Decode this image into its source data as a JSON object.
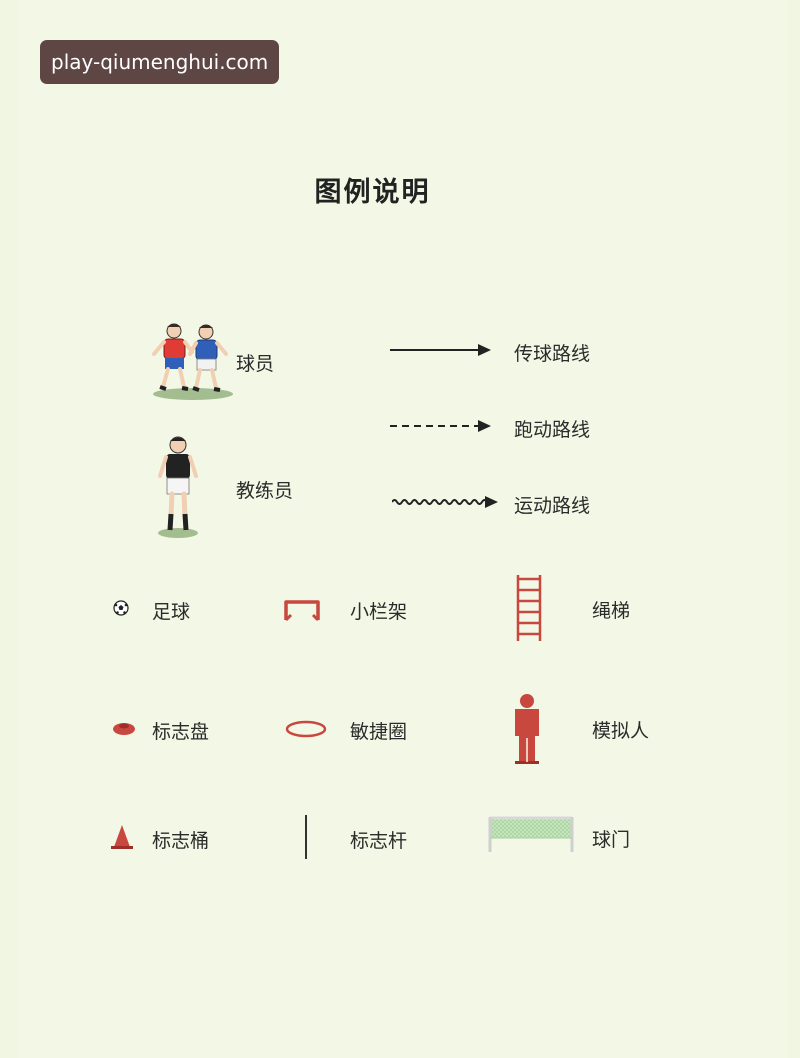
{
  "watermark": "play-qiumenghui.com",
  "title": "图例说明",
  "figures": {
    "player": {
      "label": "球员",
      "icon": "players-icon"
    },
    "coach": {
      "label": "教练员",
      "icon": "coach-icon"
    }
  },
  "routes": [
    {
      "label": "传球路线",
      "icon": "solid-arrow-icon"
    },
    {
      "label": "跑动路线",
      "icon": "dashed-arrow-icon"
    },
    {
      "label": "运动路线",
      "icon": "wavy-arrow-icon"
    }
  ],
  "equipment": [
    {
      "label": "足球",
      "icon": "soccer-ball-icon"
    },
    {
      "label": "小栏架",
      "icon": "mini-hurdle-icon"
    },
    {
      "label": "绳梯",
      "icon": "rope-ladder-icon"
    },
    {
      "label": "标志盘",
      "icon": "marker-disc-icon"
    },
    {
      "label": "敏捷圈",
      "icon": "agility-ring-icon"
    },
    {
      "label": "模拟人",
      "icon": "dummy-icon"
    },
    {
      "label": "标志桶",
      "icon": "cone-icon"
    },
    {
      "label": "标志杆",
      "icon": "pole-icon"
    },
    {
      "label": "球门",
      "icon": "goal-icon"
    }
  ],
  "colors": {
    "background": "#f3f8e6",
    "equipment_red": "#c8473f",
    "player_red": "#e03b34",
    "player_blue": "#2f5fb8",
    "goal_green": "#b9dcb0"
  }
}
